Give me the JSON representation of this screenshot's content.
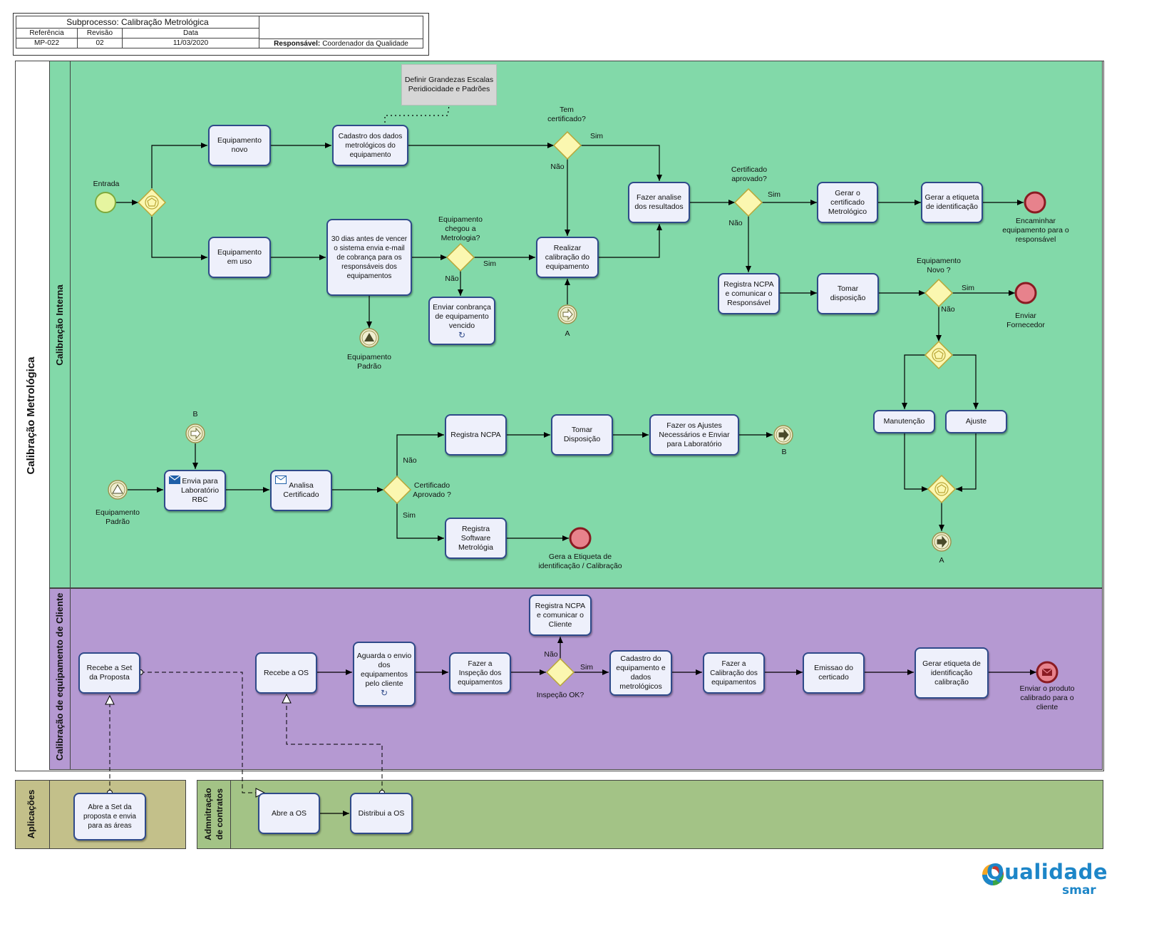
{
  "header": {
    "title": "Subprocesso: Calibração Metrológica",
    "col_ref_label": "Referência",
    "col_rev_label": "Revisão",
    "col_date_label": "Data",
    "ref_value": "MP-022",
    "rev_value": "02",
    "date_value": "11/03/2020",
    "responsible_label": "Responsável:",
    "responsible_value": "Coordenador da Qualidade"
  },
  "pools": {
    "main": "Calibração Metrológica",
    "lane_internal": "Calibração Interna",
    "lane_client": "Calibração  de equipamento de Cliente",
    "applications": "Aplicações",
    "contracts_line1": "Admnitração",
    "contracts_line2": "de contratos"
  },
  "tasks": {
    "equip_novo": "Equipamento novo",
    "equip_uso": "Equipamento em uso",
    "cadastro": "Cadastro dos dados metrológicos do equipamento",
    "dias30": "30 dias antes de vencer  o sistema envia e-mail de cobrança para os responsáveis dos equipamentos",
    "cobranca": "Enviar conbrança de equipamento vencido",
    "realizar": "Realizar calibração do equipamento",
    "analise": "Fazer analise dos resultados",
    "gerar_cert": "Gerar o certificado Metrológico",
    "gerar_etq": "Gerar a etiqueta de identificação",
    "reg_ncpa1": "Registra NCPA e comunicar o Responsável",
    "tomar1": "Tomar disposição",
    "manutencao": "Manutenção",
    "ajuste": "Ajuste",
    "envia_lab": "Envia  para Laboratório RBC",
    "analisa_cert": "Analisa Certificado",
    "reg_ncpa2": "Registra  NCPA",
    "tomar2": "Tomar Disposição",
    "ajustes_lab": "Fazer os Ajustes Necessários e Enviar para Laboratório",
    "reg_software": "Registra Software Metrológia",
    "recebe_set": "Recebe a Set da Proposta",
    "recebe_os": "Recebe a OS",
    "aguarda": "Aguarda  o envio dos equipamentos pelo cliente",
    "inspecao": "Fazer a Inspeção dos equipamentos",
    "reg_ncpa3": "Registra NCPA e comunicar o Cliente",
    "cadastro_eq": "Cadastro do equipamento e dados metrológicos",
    "calibracao": "Fazer a Calibração dos equipamentos",
    "emissao": "Emissao do certicado",
    "gerar_etq2": "Gerar etiqueta de identificação calibração",
    "abre_set": "Abre a Set da proposta e envia para as áreas",
    "abre_os": "Abre a OS",
    "distribui": "Distribui a OS"
  },
  "note": "Definir Grandezas Escalas Peridiocidade e Padrões",
  "labels": {
    "entrada": "Entrada",
    "tem_cert": "Tem certificado?",
    "sim": "Sim",
    "nao": "Não",
    "chegou": "Equipamento chegou a Metrologia?",
    "cert_aprov": "Certificado aprovado?",
    "encaminhar": "Encaminhar equipamento para o responsável",
    "eq_novo_q": "Equipamento Novo ?",
    "enviar_forn": "Enviar Fornecedor",
    "eq_padrao1": "Equipamento Padrão",
    "eq_padrao2": "Equipamento Padrão",
    "link_a_in": "A",
    "link_a_out": "A",
    "link_b_in": "B",
    "link_b_out": "B",
    "cert_aprov2": "Certificado Aprovado ?",
    "gera_etq": "Gera a Etiqueta de identificação / Calibração",
    "inspecao_ok": "Inspeção OK?",
    "enviar_produto": "Enviar o produto calibrado para o cliente"
  },
  "logo": {
    "line1": "Qualidade",
    "line2": "smar"
  },
  "colors": {
    "lane_internal": "#82d9a9",
    "lane_client": "#b599d2",
    "applications": "#c3c08a",
    "contracts": "#a3c386",
    "task_border": "#2f4a8a",
    "gateway_fill": "#fbf7b0",
    "gateway_stroke": "#b9a637",
    "end_event": "#e7828c",
    "start_event": "#e6f5a0"
  }
}
